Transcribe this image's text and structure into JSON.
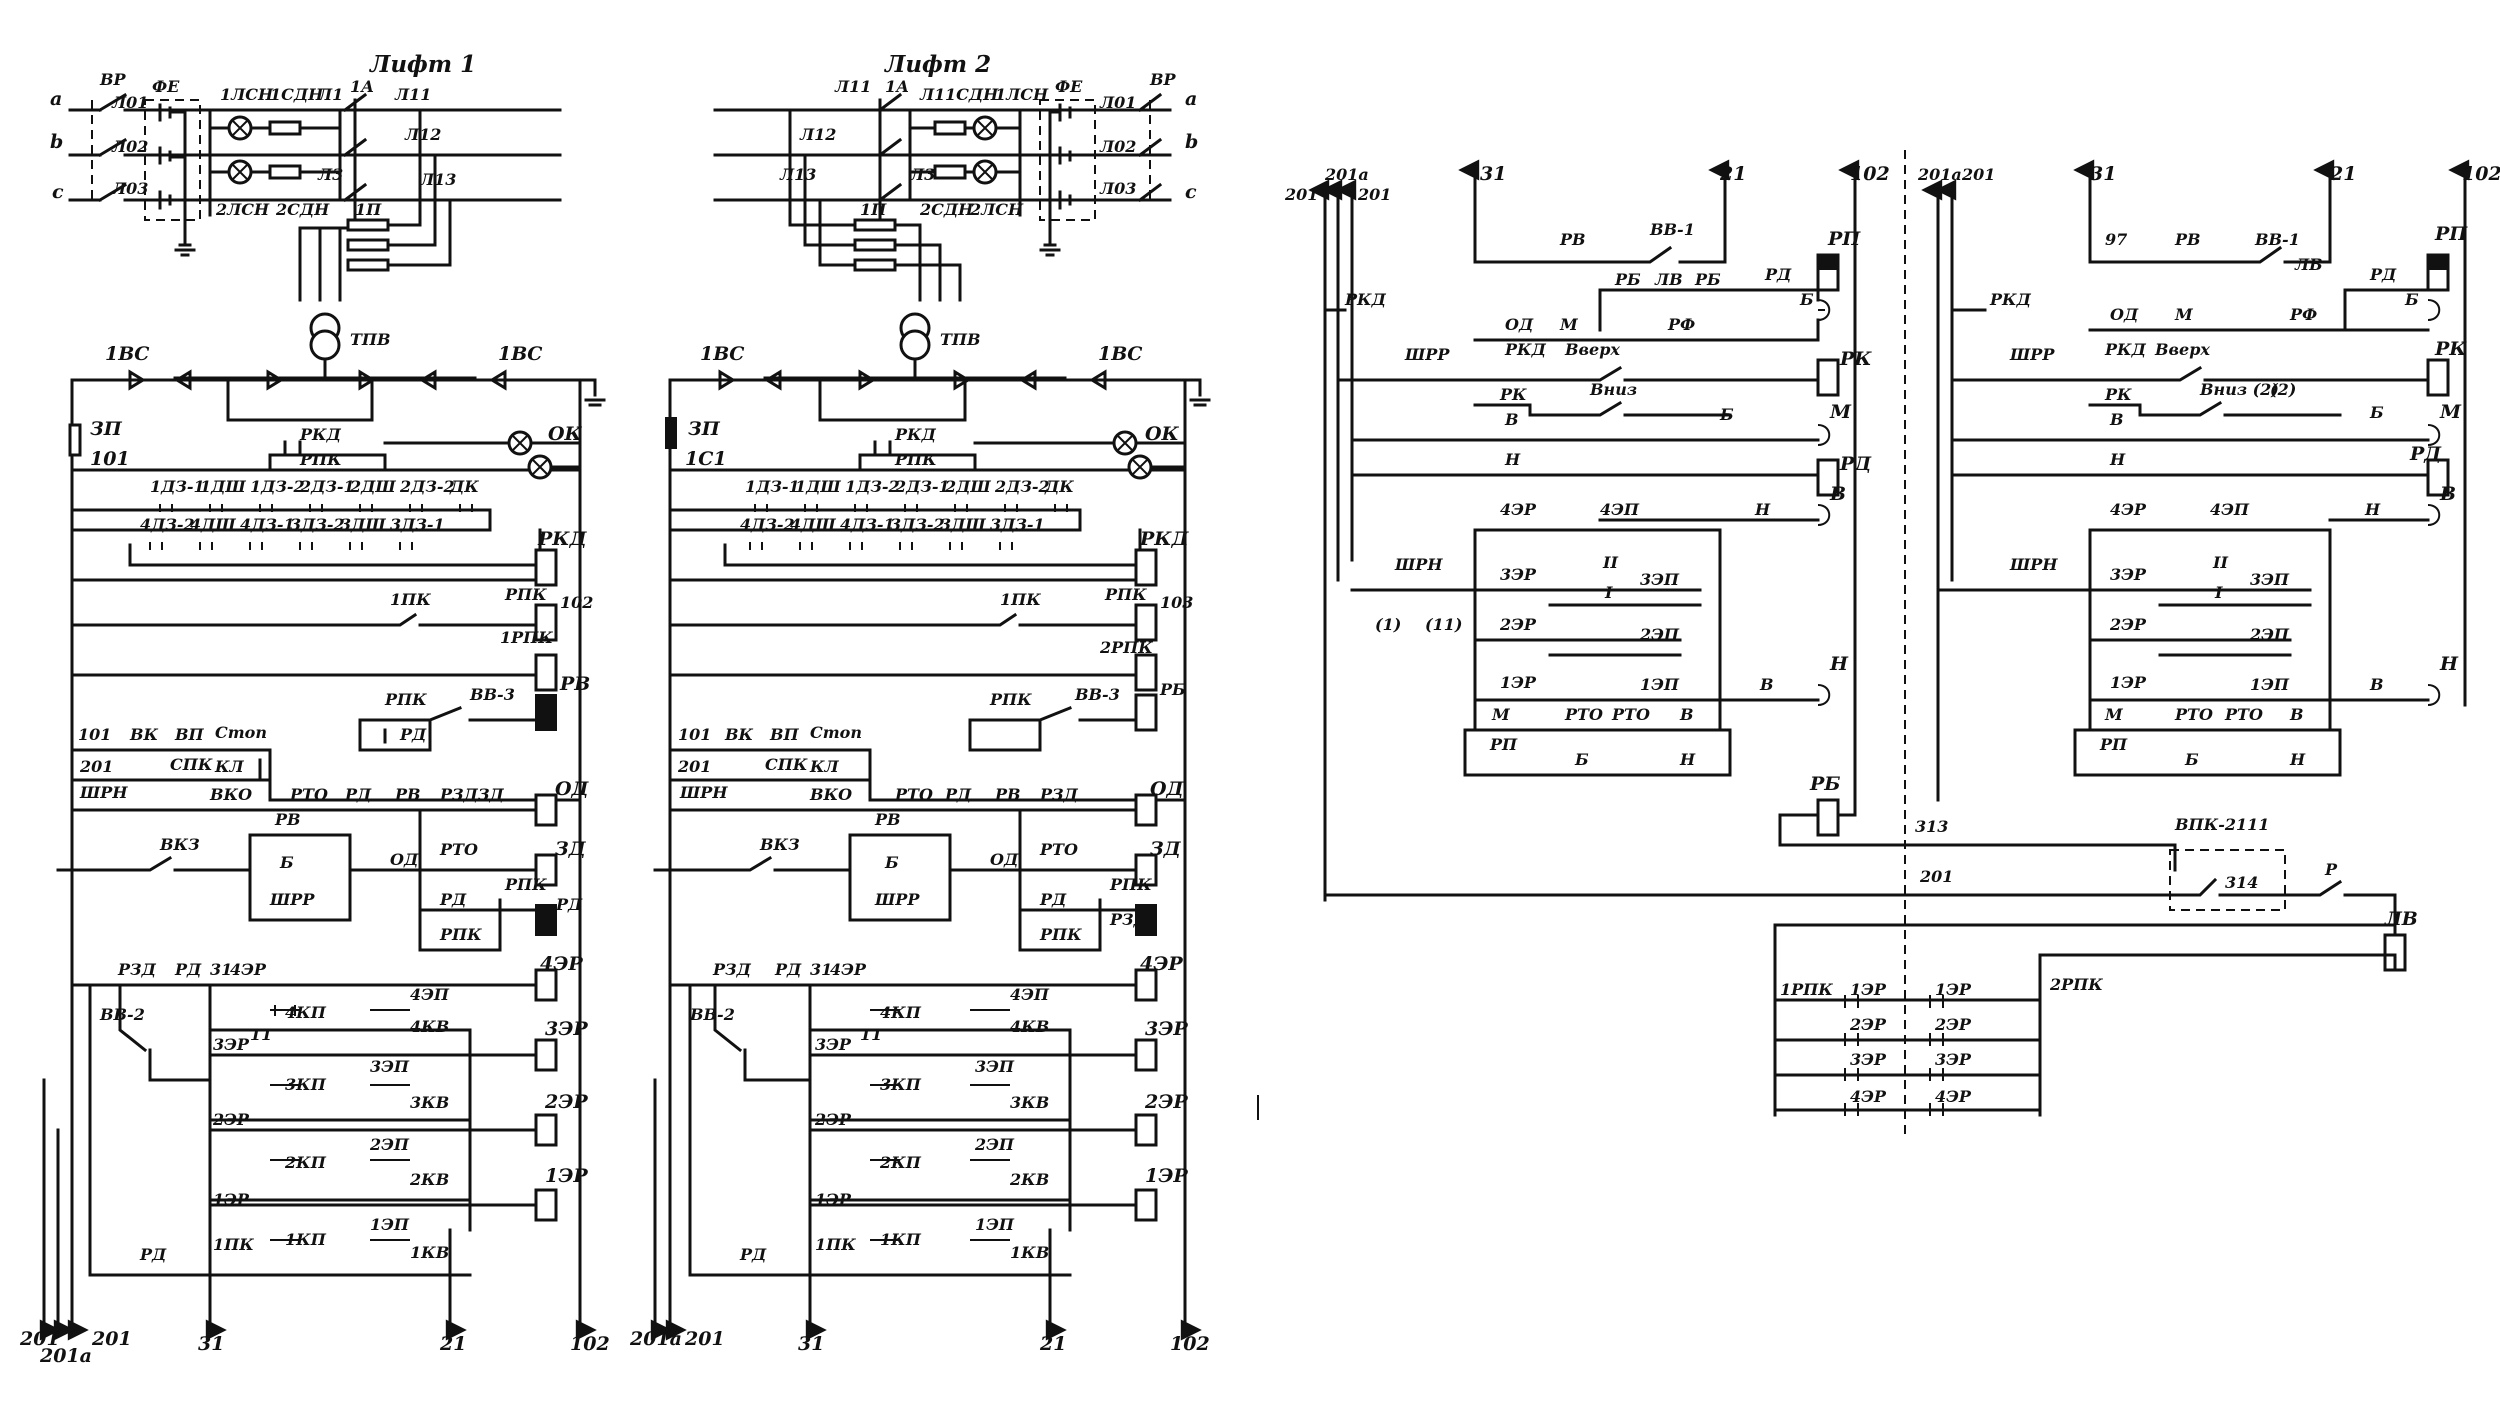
{
  "titles": {
    "lift1": "Лифт 1",
    "lift2": "Лифт 2"
  },
  "phases": [
    "a",
    "b",
    "c"
  ],
  "wires": {
    "w201": "201",
    "w201a": "201a",
    "w31": "31",
    "w21": "21",
    "w102": "102",
    "w101": "101",
    "w1c1": "1С1",
    "w97": "97",
    "w313": "313",
    "w314": "314"
  },
  "lift1": {
    "sw_vr": "ВР",
    "l01": "Л01",
    "l02": "Л02",
    "l03": "Л03",
    "fe": "ФЕ",
    "lsn1": "1ЛСН",
    "sdn1": "1СДН",
    "l1": "Л1",
    "a1": "1А",
    "l11": "Л11",
    "l12": "Л12",
    "l3": "Л3",
    "l13": "Л13",
    "lsn2": "2ЛСН",
    "sdn2": "2СДН",
    "p1": "1П",
    "tpv": "ТПВ",
    "bc1": "1ВС",
    "bc1r": "1ВС",
    "zp": "ЗП",
    "rkd": "РКД",
    "rpk": "РПК",
    "ok": "ОК",
    "dz_top": [
      "1ДЗ-1",
      "1ДШ",
      "1ДЗ-2",
      "2ДЗ-1",
      "2ДШ",
      "2ДЗ-2",
      "ДК"
    ],
    "dz_bot": [
      "4ДЗ-2",
      "4ДШ",
      "4ДЗ-1",
      "3ДЗ-2",
      "3ДШ",
      "3ДЗ-1"
    ],
    "rkd_coil": "РКД",
    "pk1": "1ПК",
    "rpk_coil": "РПК",
    "w102": "102",
    "rpk1": "1РПК",
    "rv_coil": "РВ",
    "rpk_c": "РПК",
    "rd": "РД",
    "vv3": "ВВ-3",
    "vk": "ВК",
    "vp": "ВП",
    "stop": "Стоп",
    "spk": "СПК",
    "kl": "КЛ",
    "shrn": "ШРН",
    "vko": "ВКО",
    "rto": "РТО",
    "rd2": "РД",
    "rv": "РВ",
    "rzd": "РЗД",
    "zd": "ЗД",
    "od": "ОД",
    "vkz": "ВКЗ",
    "rv2": "РВ",
    "b": "Б",
    "shrr": "ШРР",
    "od2": "ОД",
    "rto2": "РТО",
    "zd2": "ЗД",
    "rd3": "РД",
    "rpk2": "РПК",
    "rpk3": "РПК",
    "rd4": "РД",
    "rzd2": "РЗД",
    "rd5": "РД",
    "n31": "31",
    "r43": "4ЭР",
    "vv2": "ВВ-2",
    "kp4": "4КП",
    "ep4": "4ЭП",
    "kv4": "4КВ",
    "r33": "3ЭР",
    "n11": "11",
    "kp3": "3КП",
    "ep3": "3ЭП",
    "kv3": "3КВ",
    "r23": "2ЭР",
    "kp2": "2КП",
    "ep2": "2ЭП",
    "kv2": "2КВ",
    "r13": "1ЭР",
    "kp1": "1КП",
    "ep1": "1ЭП",
    "kv1": "1КВ",
    "pk1b": "1ПК",
    "rd6": "РД",
    "c_4er": "4ЭР",
    "c_3er": "3ЭР",
    "c_2er": "2ЭР",
    "c_1er": "1ЭР"
  },
  "lift2": {
    "l11": "Л11",
    "a1": "1А",
    "l1": "Л1",
    "sdn1": "1СДН",
    "lsn1": "1ЛСН",
    "fe": "ФЕ",
    "vr": "ВР",
    "l12": "Л12",
    "l01": "Л01",
    "l02": "Л02",
    "l13": "Л13",
    "l3": "Л3",
    "l03": "Л03",
    "p1": "1П",
    "sdn2": "2СДН",
    "lsn2": "2ЛСН",
    "tpv": "ТПВ",
    "bc1": "1ВС",
    "bc1r": "1ВС",
    "zp": "ЗП",
    "rkd": "РКД",
    "rpk": "РПК",
    "ok": "ОК",
    "dz_top": [
      "1ДЗ-1",
      "1ДШ",
      "1ДЗ-2",
      "2ДЗ-1",
      "2ДШ",
      "2ДЗ-2",
      "ДК"
    ],
    "dz_bot": [
      "4ДЗ-2",
      "4ДШ",
      "4ДЗ-1",
      "3ДЗ-2",
      "3ДШ",
      "3ДЗ-1"
    ],
    "rkd_coil": "РКД",
    "pk1": "1ПК",
    "rpk_coil": "РПК",
    "w103": "103",
    "rpk2": "2РПК",
    "rv_coil": "РБ",
    "rpk_c": "РПК",
    "vv3": "ВВ-3",
    "vk": "ВК",
    "vp": "ВП",
    "stop": "Стоп",
    "spk": "СПК",
    "kl": "КЛ",
    "shrn": "ШРН",
    "vko": "ВКО",
    "rto": "РТО",
    "rd2": "РД",
    "rv": "РВ",
    "rzd": "РЗД",
    "od": "ОД",
    "vkz": "ВКЗ",
    "rv2": "РВ",
    "b": "Б",
    "shrr": "ШРР",
    "od2": "ОД",
    "rto2": "РТО",
    "zd": "ЗД",
    "rd3": "РД",
    "rpk3": "РПК",
    "rzd_c": "РЗД",
    "rpk4": "РПК",
    "rzd2": "РЗД",
    "rd5": "РД",
    "n31": "31",
    "r43": "4ЭР",
    "vv2": "ВВ-2",
    "kp4": "4КП",
    "ep4": "4ЭП",
    "kv4": "4КВ",
    "r33": "3ЭР",
    "n11": "11",
    "kp3": "3КП",
    "ep3": "3ЭП",
    "kv3": "3КВ",
    "r23": "2ЭР",
    "kp2": "2КП",
    "ep2": "2ЭП",
    "kv2": "2КВ",
    "r13": "1ЭР",
    "kp1": "1КП",
    "ep1": "1ЭП",
    "kv1": "1КВ",
    "pk1b": "1ПК",
    "rd6": "РД",
    "c_4er": "4ЭР",
    "c_3er": "3ЭР",
    "c_2er": "2ЭР",
    "c_1er": "1ЭР"
  },
  "ctl1": {
    "rv": "РВ",
    "vv1": "ВВ-1",
    "rp": "РП",
    "rb": "РБ",
    "lv": "ЛВ",
    "rb2": "РБ",
    "rd": "РД",
    "b": "Б",
    "od": "ОД",
    "m": "М",
    "rf": "РФ",
    "rkd": "РКД",
    "up": "Вверх",
    "rk_coil": "РК",
    "shrr": "ШРР",
    "rk": "РК",
    "down": "Вниз",
    "b2": "Б",
    "m_coil": "М",
    "v": "В",
    "rd_coil": "РД",
    "n": "Н",
    "n2": "Н",
    "v_coil": "В",
    "er4": "4ЭР",
    "ep4": "4ЭП",
    "shrn": "ШРН",
    "er3": "3ЭР",
    "ep3": "3ЭП",
    "p1": "(1)",
    "p11": "(11)",
    "er2": "2ЭР",
    "ep2": "2ЭП",
    "er1": "1ЭР",
    "ep1": "1ЭП",
    "v2": "В",
    "n_coil": "Н",
    "m2": "М",
    "rto": "РТО",
    "rto2": "РТО",
    "v3": "В",
    "rp2": "РП",
    "b3": "Б",
    "n3": "Н",
    "rb_coil": "РБ",
    "rkd_l": "РКД",
    "ii": "II",
    "i": "I"
  },
  "ctl2": {
    "w97": "97",
    "rv": "РВ",
    "vv1": "ВВ-1",
    "lv": "ЛВ",
    "rd": "РД",
    "rp": "РП",
    "rkd_l": "РКД",
    "od": "ОД",
    "m": "М",
    "rf": "РФ",
    "b": "Б",
    "shrr": "ШРР",
    "rkd": "РКД",
    "up": "Вверх",
    "rk_coil": "РК",
    "rk": "РК",
    "down2": "Вниз (2)",
    "p2": "(2)",
    "b2": "Б",
    "v": "В",
    "m_coil": "М",
    "n": "Н",
    "rd_coil": "РД",
    "er4": "4ЭР",
    "ep4": "4ЭП",
    "n2": "Н",
    "v_coil": "В",
    "shrn": "ШРН",
    "er3": "3ЭР",
    "ep3": "3ЭП",
    "er2": "2ЭР",
    "ep2": "2ЭП",
    "er1": "1ЭР",
    "ep1": "1ЭП",
    "v2": "В",
    "n_coil": "Н",
    "m2": "М",
    "rto": "РТО",
    "rto2": "РТО",
    "v3": "В",
    "rp2": "РП",
    "b3": "Б",
    "n3": "Н",
    "ii": "II",
    "i": "I"
  },
  "bottom": {
    "vpk": "ВПК-2111",
    "r": "Р",
    "lv": "ЛВ",
    "rpk1": "1РПК",
    "rpk2": "2РПК",
    "er_l": [
      "1ЭР",
      "2ЭР",
      "3ЭР",
      "4ЭР"
    ],
    "er_r": [
      "1ЭР",
      "2ЭР",
      "3ЭР",
      "4ЭР"
    ]
  }
}
